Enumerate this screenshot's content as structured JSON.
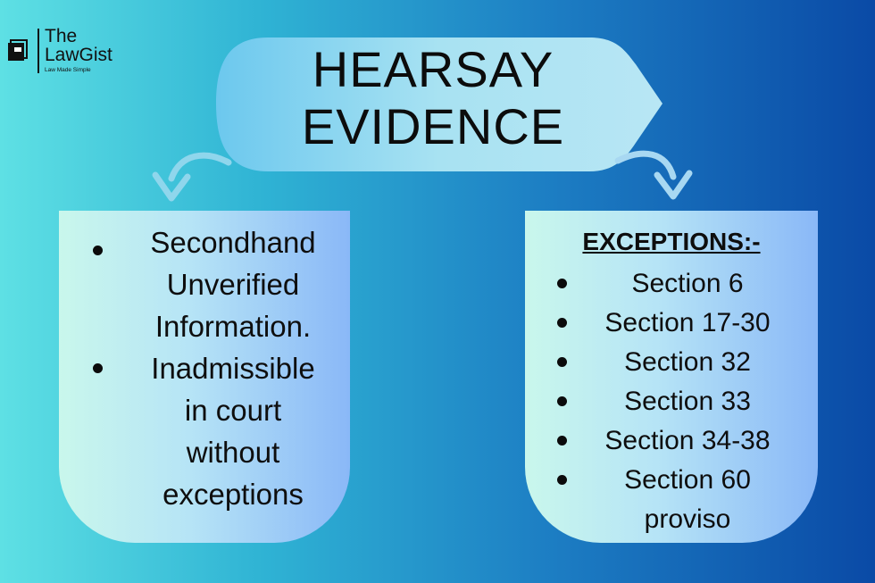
{
  "logo": {
    "line1": "The",
    "line2": "LawGist",
    "tagline": "Law Made Simple"
  },
  "title": {
    "line1": "HEARSAY",
    "line2": "EVIDENCE"
  },
  "left_box": {
    "items": [
      {
        "lines": [
          "Secondhand",
          "Unverified",
          "Information."
        ]
      },
      {
        "lines": [
          "Inadmissible",
          "in court",
          "without",
          "exceptions"
        ]
      }
    ]
  },
  "right_box": {
    "heading": "EXCEPTIONS:-",
    "items": [
      "Section 6",
      "Section 17-30",
      "Section 32",
      "Section 33",
      "Section 34-38",
      {
        "line1": "Section 60",
        "line2": "proviso"
      }
    ]
  },
  "colors": {
    "bg_left": "#5ee0e4",
    "bg_right": "#0a4aa6",
    "title_banner": "#9fdcee",
    "box_fill_left": "#c9f7ec",
    "box_fill_right": "#8ab8f7",
    "text": "#0e0e0e"
  }
}
